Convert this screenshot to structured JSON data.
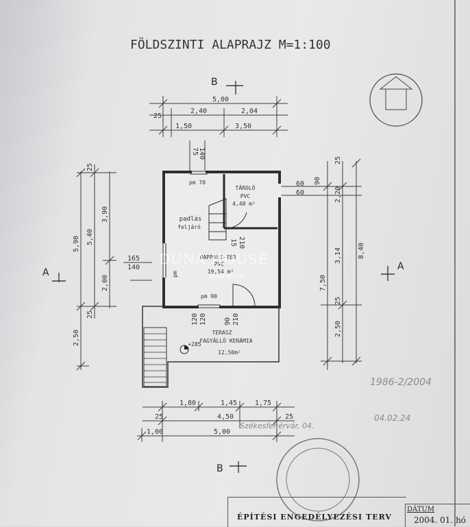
{
  "title": "FÖLDSZINTI ALAPRAJZ  M=1:100",
  "section_marks": {
    "top": "B",
    "bottom": "B",
    "left": "A",
    "right": "A"
  },
  "dimensions": {
    "top_total": "5,00",
    "top_row2": [
      "25",
      "2,40",
      "2,04"
    ],
    "top_row3": [
      "1,50",
      "3,50"
    ],
    "top_small": [
      "75",
      "140"
    ],
    "left_outer": [
      "5,90",
      "2,50"
    ],
    "left_inner": [
      "5,40",
      "25",
      "25"
    ],
    "left_detail": [
      "3,90",
      "2,00"
    ],
    "left_opening": [
      "165",
      "140"
    ],
    "right_outer": [
      "8,40",
      "7,50"
    ],
    "right_inner": [
      "25",
      "2,20",
      "3,14",
      "25",
      "2,50"
    ],
    "right_small": [
      "90",
      "60",
      "60"
    ],
    "bottom_row1": [
      "1,80",
      "1,45",
      "1,75"
    ],
    "bottom_row2": [
      "25",
      "4,50",
      "25"
    ],
    "bottom_row3": [
      "1,00",
      "5,00"
    ],
    "door_marks": [
      "120",
      "120",
      "90",
      "210",
      "15",
      "210"
    ]
  },
  "rooms": {
    "storage": {
      "name": "TÁROLÓ",
      "floor": "PVC",
      "area": "4,48 m²"
    },
    "loft": {
      "name": "padlás",
      "sub": "feljáró"
    },
    "living": {
      "name": "NAPPALI-TÉR",
      "floor": "PVC",
      "area": "19,54 m²"
    },
    "terrace": {
      "name": "TERASZ",
      "floor": "FAGYÁLLÓ KERÁMIA",
      "area": "12,50m²"
    }
  },
  "openings": {
    "top_window": "pm 70",
    "bottom_window": "pm 90",
    "side": "pm"
  },
  "level_mark": "+285",
  "watermark": {
    "brand": "DUNA HOUSE",
    "url": "www.dh.hu"
  },
  "title_block": {
    "plan_type": "ÉPÍTÉSI ENGEDÉLYEZÉSI TERV",
    "date_label": "DÁTUM",
    "date_value": "2004. 01. hó"
  },
  "handwritten": {
    "ref": "1986-2/2004",
    "city": "Székesfehérvár, 04.",
    "date": "04.02.24"
  }
}
